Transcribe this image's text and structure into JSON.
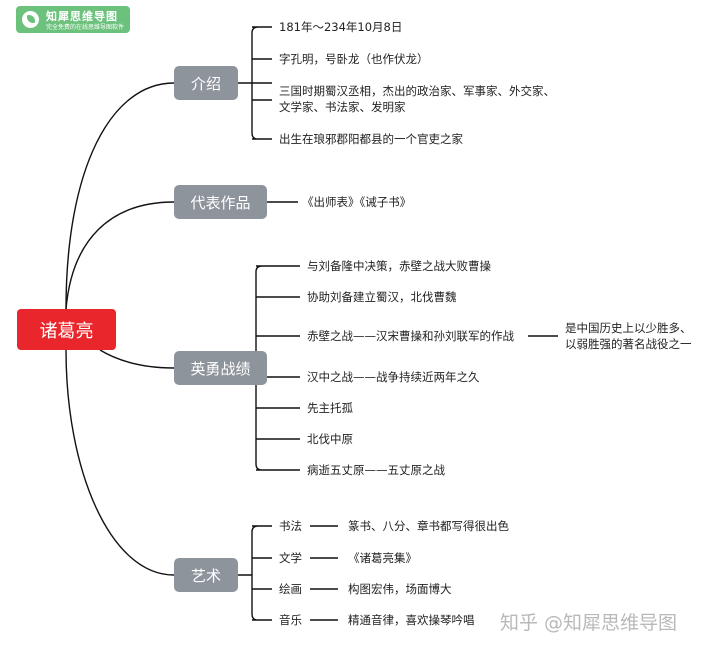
{
  "logo": {
    "name": "知犀思维导图",
    "tagline": "完全免费的在线思维导图软件"
  },
  "root": {
    "label": "诸葛亮"
  },
  "intro": {
    "label": "介绍",
    "items": [
      "181年～234年10月8日",
      "字孔明，号卧龙（也作伏龙）",
      "三国时期蜀汉丞相，杰出的政治家、军事家、外交家、",
      "文学家、书法家、发明家",
      "出生在琅邪郡阳都县的一个官吏之家"
    ]
  },
  "works": {
    "label": "代表作品",
    "items": [
      "《出师表》《诫子书》"
    ]
  },
  "feats": {
    "label": "英勇战绩",
    "items": [
      "与刘备隆中决策，赤壁之战大败曹操",
      "协助刘备建立蜀汉，北伐曹魏",
      "赤壁之战——汉宋曹操和孙刘联军的作战",
      "汉中之战——战争持续近两年之久",
      "先主托孤",
      "北伐中原",
      "病逝五丈原——五丈原之战"
    ],
    "note": [
      "是中国历史上以少胜多、",
      "以弱胜强的著名战役之一"
    ]
  },
  "arts": {
    "label": "艺术",
    "items": [
      {
        "name": "书法",
        "desc": "篆书、八分、章书都写得很出色"
      },
      {
        "name": "文学",
        "desc": "《诸葛亮集》"
      },
      {
        "name": "绘画",
        "desc": "构图宏伟，场面博大"
      },
      {
        "name": "音乐",
        "desc": "精通音律，喜欢操琴吟唱"
      }
    ]
  },
  "watermark": "知乎 @知犀思维导图"
}
